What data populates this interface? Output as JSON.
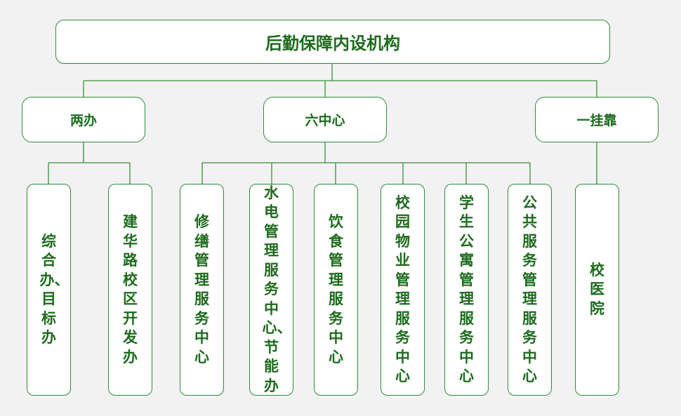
{
  "root": {
    "label": "后勤保障内设机构"
  },
  "categories": [
    {
      "label": "两办",
      "units": [
        "综合办、目标办",
        "建华路校区开发办"
      ]
    },
    {
      "label": "六中心",
      "units": [
        "修缮管理服务中心",
        "水电管理服务中心、节能办",
        "饮食管理服务中心",
        "校园物业管理服务中心",
        "学生公寓管理服务中心",
        "公共服务管理服务中心"
      ]
    },
    {
      "label": "一挂靠",
      "units": [
        "校医院"
      ]
    }
  ],
  "colors": {
    "border": "#2e8b3a",
    "text": "#1d6b1d",
    "line": "#3a8f3a",
    "background": "#f2f2f2"
  }
}
